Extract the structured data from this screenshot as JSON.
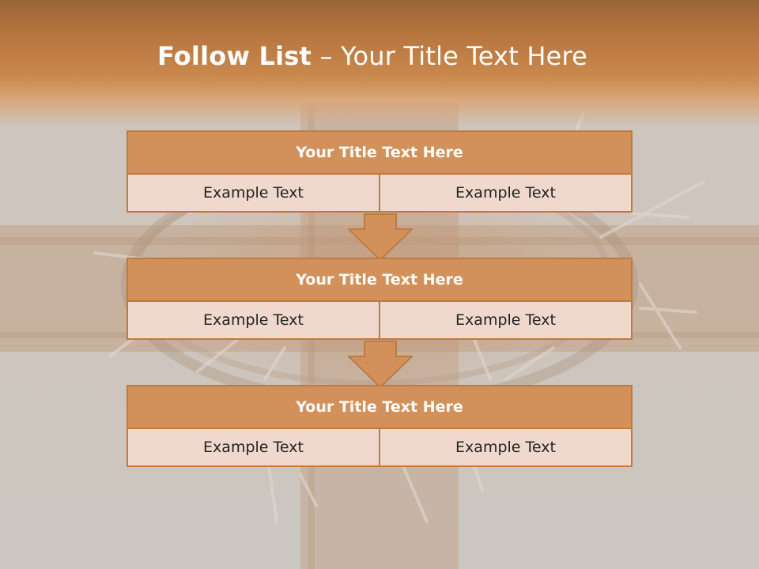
{
  "header": {
    "title_bold": "Follow List",
    "title_rest": " – Your Title Text Here"
  },
  "steps": [
    {
      "title": "Your Title Text Here",
      "cells": [
        "Example Text",
        "Example Text"
      ]
    },
    {
      "title": "Your Title Text Here",
      "cells": [
        "Example Text",
        "Example Text"
      ]
    },
    {
      "title": "Your Title Text Here",
      "cells": [
        "Example Text",
        "Example Text"
      ]
    }
  ],
  "colors": {
    "header": "#c9884c",
    "block_title": "#d2915b",
    "block_border": "#c07a3e",
    "cell": "#f0d9cc",
    "arrow": "#d2915b"
  },
  "icons": {
    "arrow": "down-arrow-icon",
    "background": "cross-with-thorns-image"
  }
}
